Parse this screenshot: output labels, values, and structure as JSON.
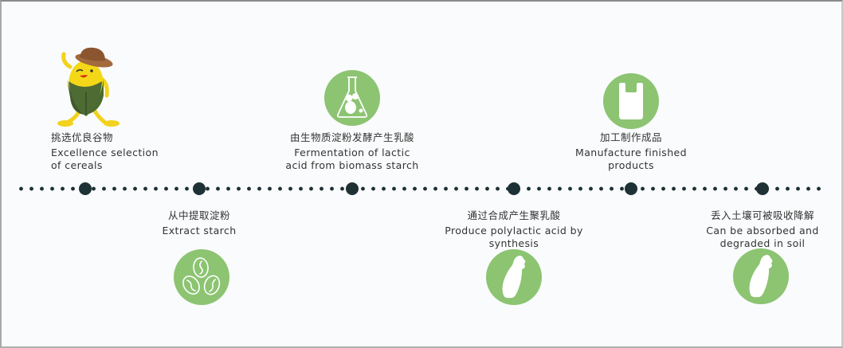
{
  "colors": {
    "icon_circle": "#8cc472",
    "timeline": "#1e3236",
    "text": "#333333",
    "background": "#fafbfc"
  },
  "steps": [
    {
      "zh": "挑选优良谷物",
      "en_line1": "Excellence selection",
      "en_line2": "of cereals",
      "icon": "corn-mascot-icon",
      "position": "above"
    },
    {
      "zh": "从中提取淀粉",
      "en_line1": "Extract starch",
      "en_line2": "",
      "icon": "grains-icon",
      "position": "below"
    },
    {
      "zh": "由生物质淀粉发酵产生乳酸",
      "en_line1": "Fermentation of lactic",
      "en_line2": "acid from biomass starch",
      "icon": "flask-icon",
      "position": "above"
    },
    {
      "zh": "通过合成产生聚乳酸",
      "en_line1": "Produce polylactic acid by",
      "en_line2": "synthesis",
      "icon": "pellet-icon",
      "position": "below"
    },
    {
      "zh": "加工制作成品",
      "en_line1": "Manufacture finished",
      "en_line2": "products",
      "icon": "bag-icon",
      "position": "above"
    },
    {
      "zh": "丢入土壤可被吸收降解",
      "en_line1": "Can be absorbed and",
      "en_line2": "degraded in soil",
      "icon": "soil-pellet-icon",
      "position": "below"
    }
  ]
}
